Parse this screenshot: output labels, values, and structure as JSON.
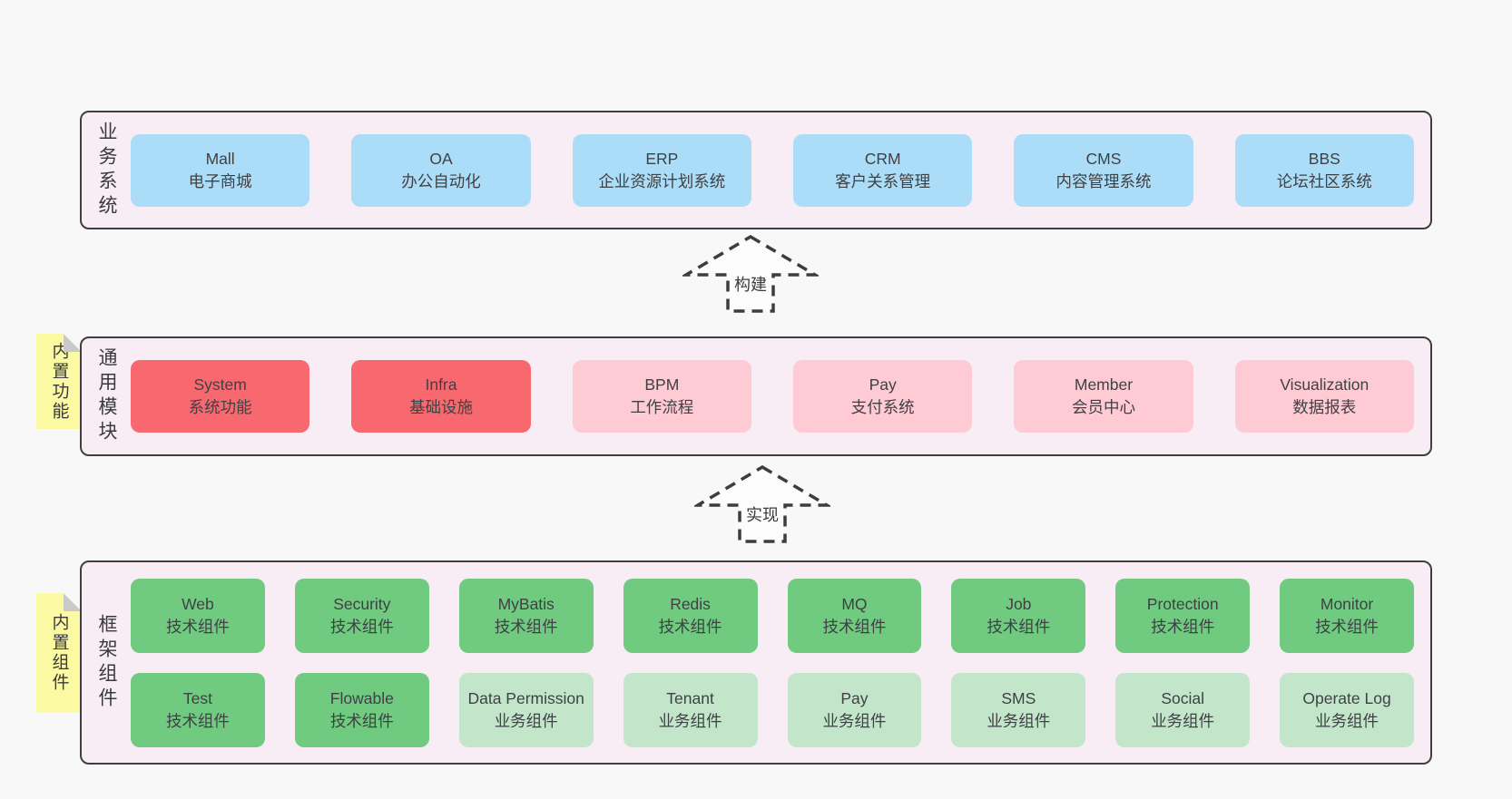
{
  "colors": {
    "page_bg": "#f8f8f8",
    "panel_bg": "#f8edf5",
    "panel_border": "#3f3f3f",
    "node_blue": "#abddf8",
    "node_red": "#f7696f",
    "node_pink": "#fecbd5",
    "node_green": "#70ca80",
    "node_light_green": "#c3e6cb",
    "note_yellow": "#fcf9a3",
    "note_fold_gray": "#c9c9c9",
    "text": "#3f4145"
  },
  "arrows": [
    {
      "label": "构建"
    },
    {
      "label": "实现"
    }
  ],
  "layers": [
    {
      "label": "业务系统",
      "boxes": [
        {
          "title": "Mall",
          "subtitle": "电子商城"
        },
        {
          "title": "OA",
          "subtitle": "办公自动化"
        },
        {
          "title": "ERP",
          "subtitle": "企业资源计划系统"
        },
        {
          "title": "CRM",
          "subtitle": "客户关系管理"
        },
        {
          "title": "CMS",
          "subtitle": "内容管理系统"
        },
        {
          "title": "BBS",
          "subtitle": "论坛社区系统"
        }
      ]
    },
    {
      "label": "通用模块",
      "tag": "内置功能",
      "boxes": [
        {
          "title": "System",
          "subtitle": "系统功能"
        },
        {
          "title": "Infra",
          "subtitle": "基础设施"
        },
        {
          "title": "BPM",
          "subtitle": "工作流程"
        },
        {
          "title": "Pay",
          "subtitle": "支付系统"
        },
        {
          "title": "Member",
          "subtitle": "会员中心"
        },
        {
          "title": "Visualization",
          "subtitle": "数据报表"
        }
      ]
    },
    {
      "label": "框架组件",
      "tag": "内置组件",
      "boxes": [
        {
          "title": "Web",
          "subtitle": "技术组件"
        },
        {
          "title": "Security",
          "subtitle": "技术组件"
        },
        {
          "title": "MyBatis",
          "subtitle": "技术组件"
        },
        {
          "title": "Redis",
          "subtitle": "技术组件"
        },
        {
          "title": "MQ",
          "subtitle": "技术组件"
        },
        {
          "title": "Job",
          "subtitle": "技术组件"
        },
        {
          "title": "Protection",
          "subtitle": "技术组件"
        },
        {
          "title": "Monitor",
          "subtitle": "技术组件"
        },
        {
          "title": "Test",
          "subtitle": "技术组件"
        },
        {
          "title": "Flowable",
          "subtitle": "技术组件"
        },
        {
          "title": "Data Permission",
          "subtitle": "业务组件"
        },
        {
          "title": "Tenant",
          "subtitle": "业务组件"
        },
        {
          "title": "Pay",
          "subtitle": "业务组件"
        },
        {
          "title": "SMS",
          "subtitle": "业务组件"
        },
        {
          "title": "Social",
          "subtitle": "业务组件"
        },
        {
          "title": "Operate Log",
          "subtitle": "业务组件"
        }
      ]
    }
  ]
}
